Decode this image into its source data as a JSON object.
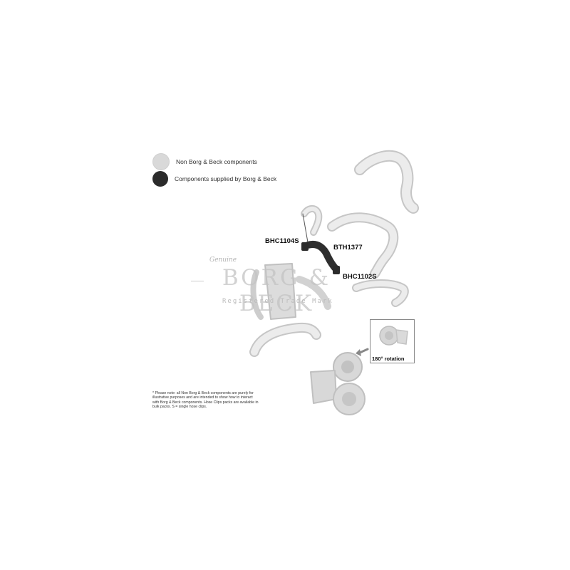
{
  "legend": {
    "non_bb": {
      "label": "Non Borg & Beck components",
      "color": "#d9d9d9"
    },
    "supplied": {
      "label": "Components supplied by Borg & Beck",
      "color": "#2b2b2b"
    }
  },
  "parts": [
    {
      "code": "BHC1104S"
    },
    {
      "code": "BTH1377"
    },
    {
      "code": "BHC1102S"
    }
  ],
  "rotation_label": "180° rotation",
  "watermark": {
    "script": "Genuine",
    "brand": "BORG & BECK",
    "tagline": "Registered Trade Mark"
  },
  "note": "* Please note: all Non Borg & Beck components are purely for illustrative purposes and are intended to show how to interact with Borg & Beck components. Hose Clips packs are available in bulk packs. S = single hose clips."
}
